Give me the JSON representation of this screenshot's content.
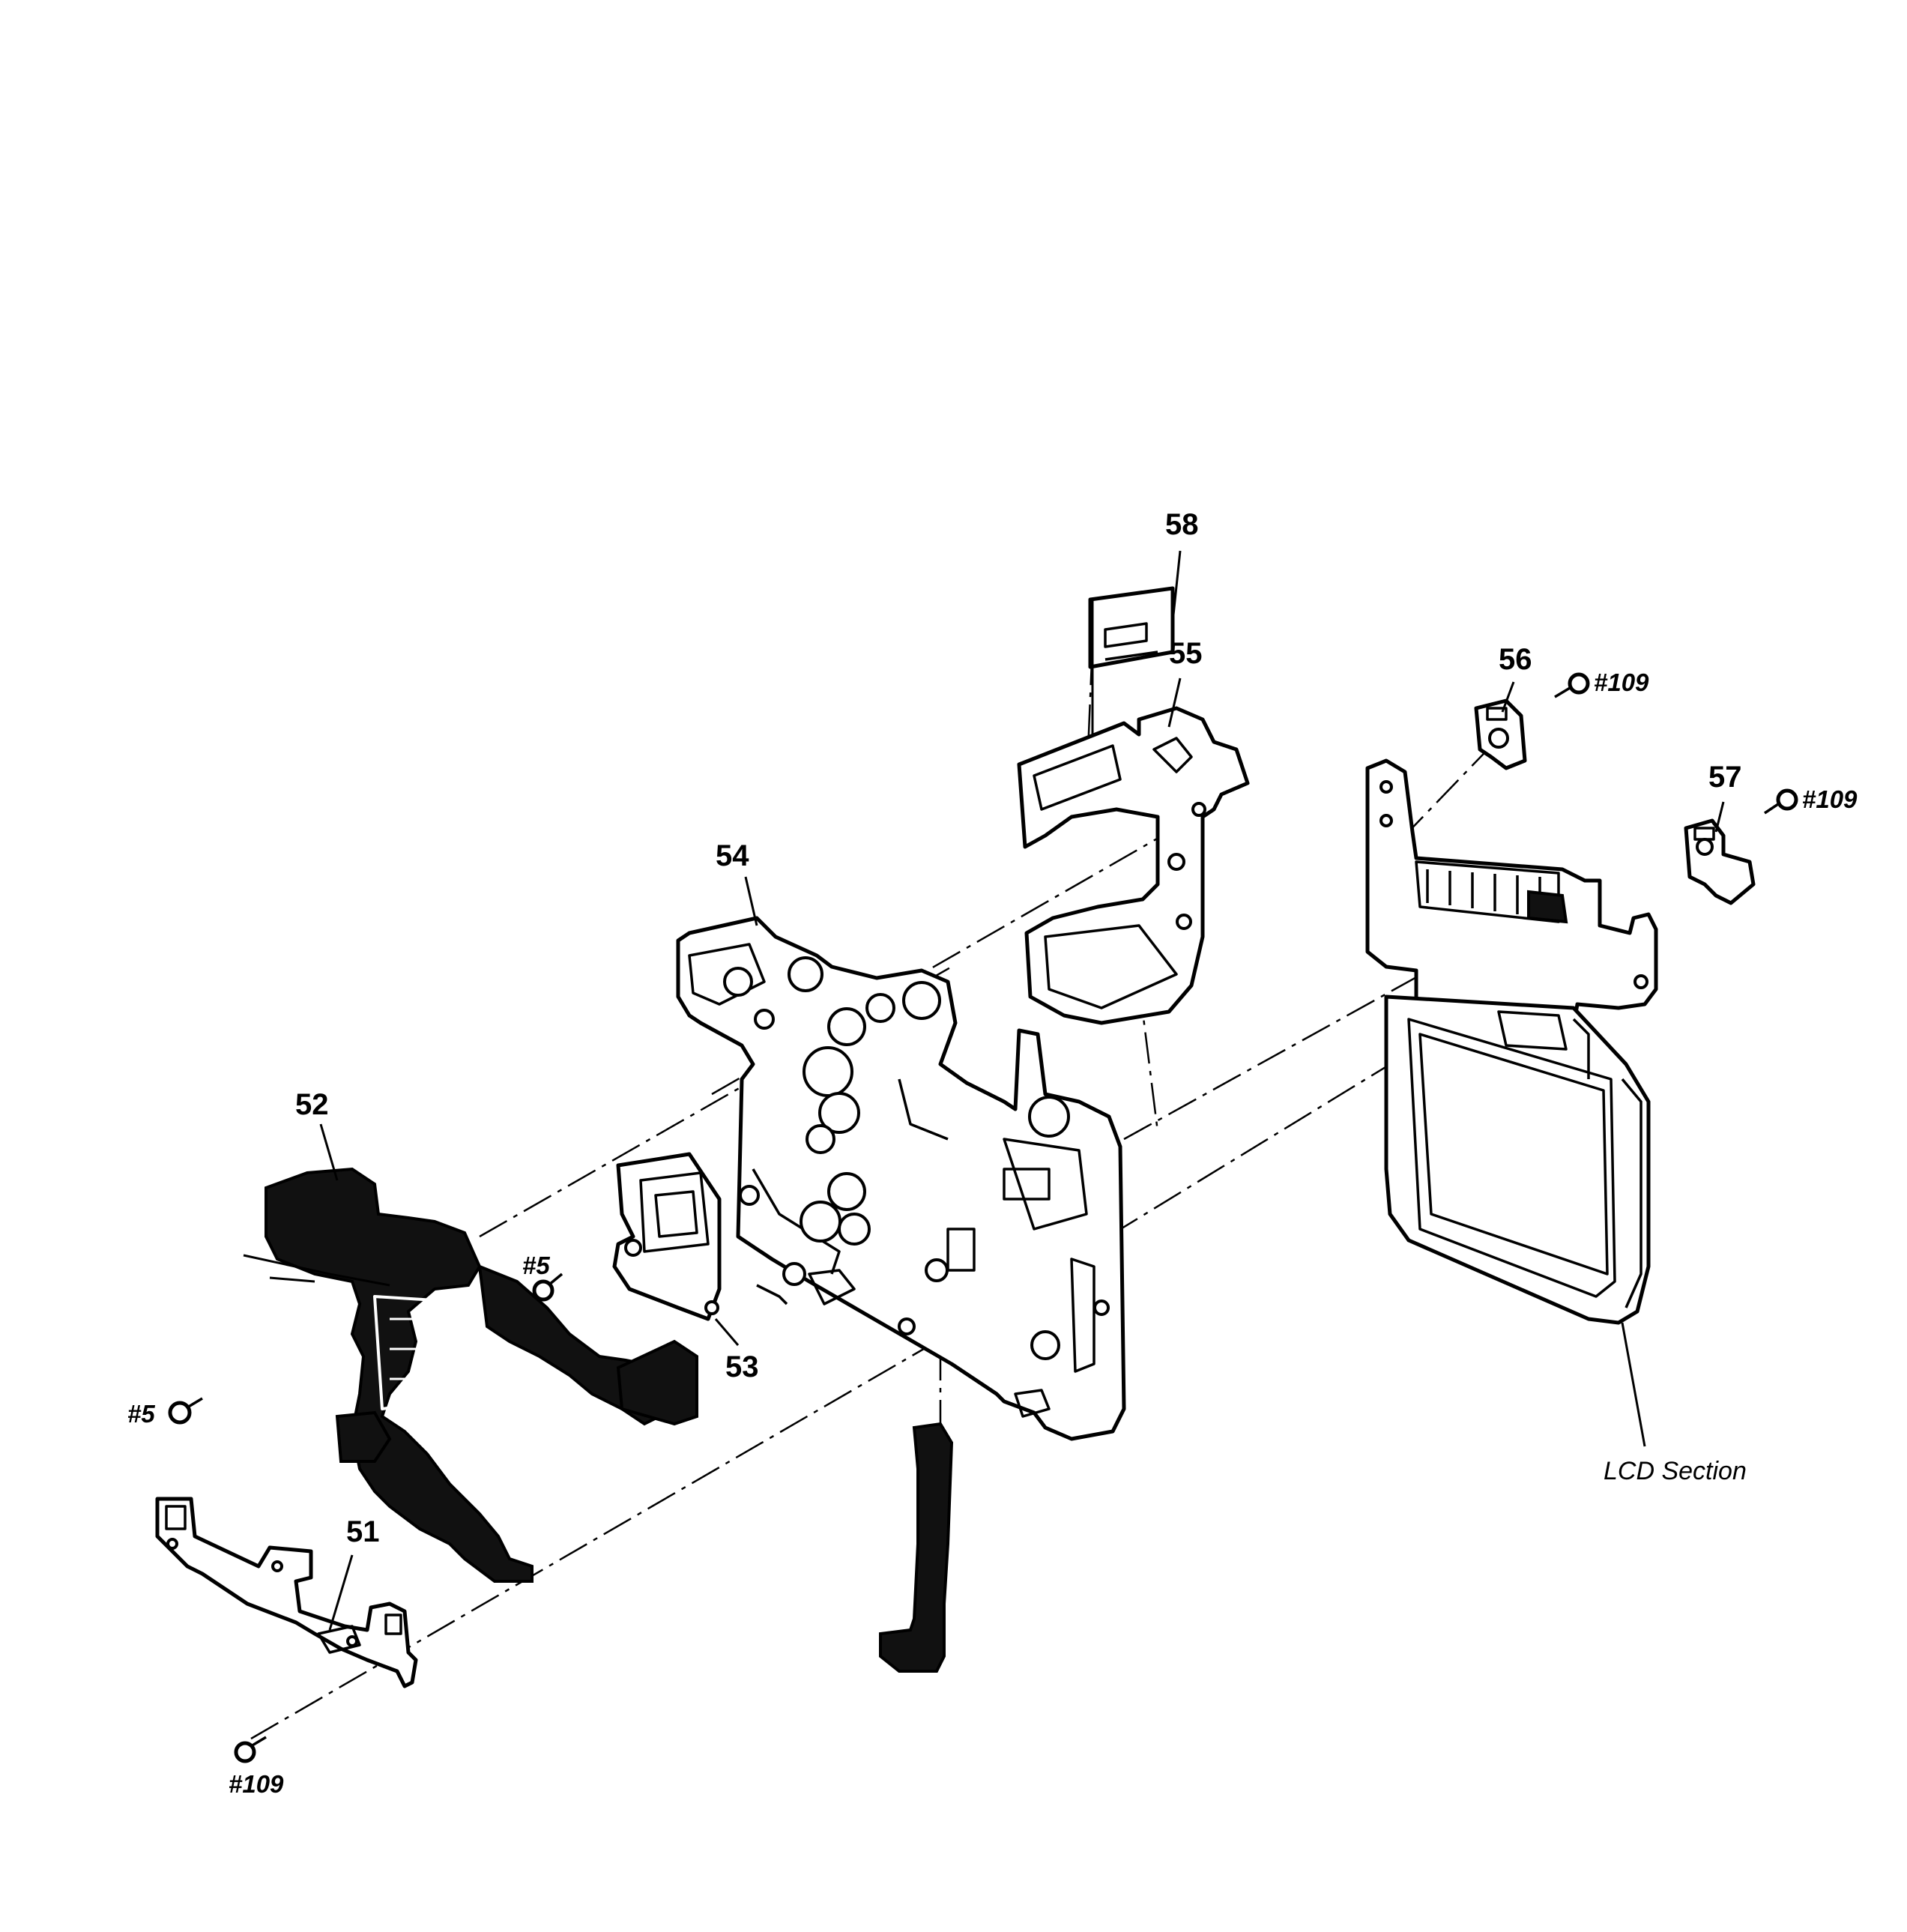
{
  "diagram": {
    "parts": {
      "p51": "51",
      "p52": "52",
      "p53": "53",
      "p54": "54",
      "p55": "55",
      "p56": "56",
      "p57": "57",
      "p58": "58"
    },
    "screws": {
      "s5_left": "#5",
      "s5_mid": "#5",
      "s109_bottom": "#109",
      "s109_p56": "#109",
      "s109_p57": "#109"
    },
    "sections": {
      "lcd": "LCD Section"
    }
  }
}
